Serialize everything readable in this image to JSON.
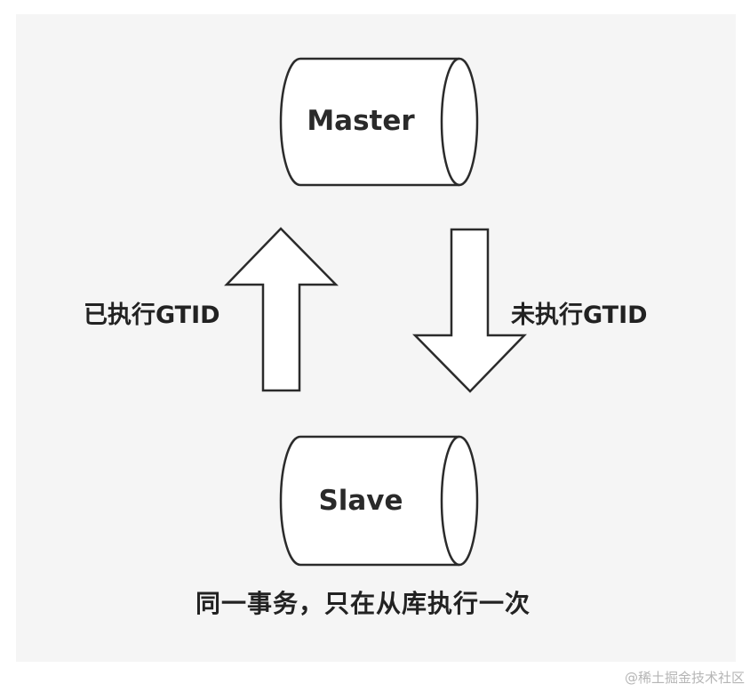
{
  "diagram": {
    "master": {
      "label": "Master"
    },
    "slave": {
      "label": "Slave"
    },
    "arrow_up": {
      "label": "已执行GTID"
    },
    "arrow_down": {
      "label": "未执行GTID"
    },
    "caption": "同一事务，只在从库执行一次"
  },
  "watermark": "@稀土掘金技术社区",
  "colors": {
    "background": "#f5f5f5",
    "stroke": "#2b2b2b",
    "fill": "#ffffff",
    "text": "#222222",
    "watermark": "#b5b5b5"
  }
}
